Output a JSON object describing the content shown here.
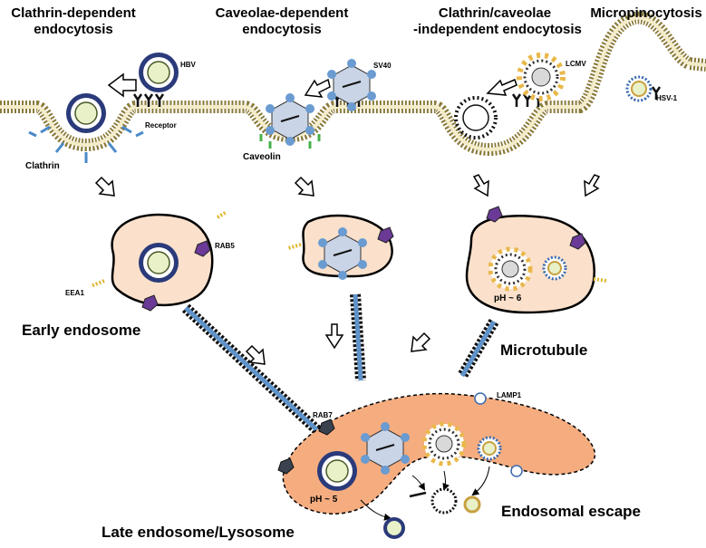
{
  "headings": {
    "clathrin_1": "Clathrin-dependent",
    "clathrin_2": "endocytosis",
    "caveolae_1": "Caveolae-dependent",
    "caveolae_2": "endocytosis",
    "independent_1": "Clathrin/caveolae",
    "independent_2": "-independent endocytosis",
    "macro": "Micropinocytosis"
  },
  "labels": {
    "hbv": "HBV",
    "receptor": "Receptor",
    "clathrin": "Clathrin",
    "sv40": "SV40",
    "caveolin": "Caveolin",
    "lcmv": "LCMV",
    "hsv1": "HSV-1",
    "rab5": "RAB5",
    "eea1": "EEA1",
    "ph6": "pH ~ 6",
    "early_endosome": "Early endosome",
    "microtubule": "Microtubule",
    "rab7": "RAB7",
    "lamp1": "LAMP1",
    "ph5": "pH ~ 5",
    "late_endosome": "Late endosome/Lysosome",
    "endosomal_escape": "Endosomal escape"
  },
  "colors": {
    "membrane_fill": "#d6c27a",
    "membrane_line": "#8a7a3a",
    "early_endosome_fill": "#fbe1cc",
    "late_endosome_fill": "#f5ad80",
    "virus_core": "#e8f1c8",
    "capsid_dot": "#1f2d6b",
    "spike_blue": "#6a9bd1",
    "caveolin_green": "#47b04a",
    "rab_purple": "#6a3a96",
    "lcmv_gold": "#e9b84a",
    "microtubule_blue": "#5f93c9"
  }
}
